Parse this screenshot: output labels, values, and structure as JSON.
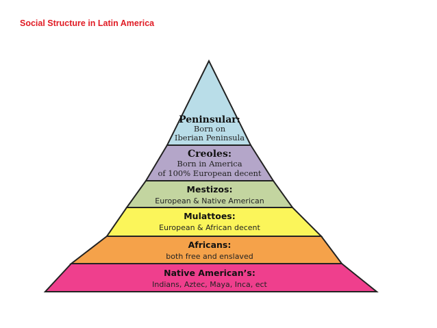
{
  "title": "Social Structure in Latin America",
  "colors": {
    "title": "#e01b24",
    "outline": "#222222",
    "peninsular": "#b9dde8",
    "creoles": "#b4a6c9",
    "mestizos": "#c3d5a0",
    "mulattoes": "#fbf55a",
    "africans": "#f5a24a",
    "native": "#ef3f8d"
  },
  "pyramid": {
    "tiers": [
      {
        "name": "Peninsular:",
        "lines": [
          "Born on",
          "Iberian Peninsula"
        ]
      },
      {
        "name": "Creoles:",
        "lines": [
          "Born in America",
          "of 100% European decent"
        ]
      },
      {
        "name": "Mestizos:",
        "lines": [
          "European & Native American"
        ]
      },
      {
        "name": "Mulattoes:",
        "lines": [
          "European & African decent"
        ]
      },
      {
        "name": "Africans:",
        "lines": [
          "both free and enslaved"
        ]
      },
      {
        "name": "Native American’s:",
        "lines": [
          "Indians, Aztec, Maya, Inca, ect"
        ]
      }
    ]
  }
}
